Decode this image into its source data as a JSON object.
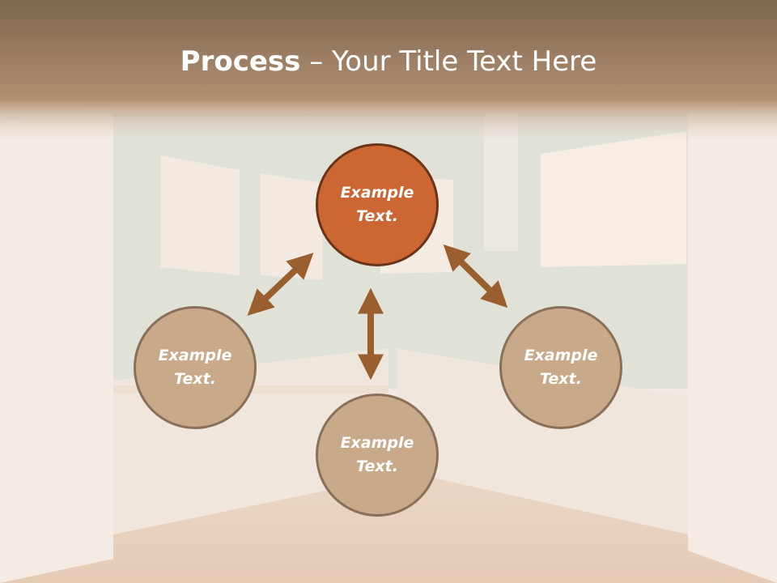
{
  "title": {
    "bold": "Process",
    "dash": " – ",
    "rest": "Your Title Text Here"
  },
  "nodes": {
    "top": {
      "line1": "Example",
      "line2": "Text."
    },
    "left": {
      "line1": "Example",
      "line2": "Text."
    },
    "right": {
      "line1": "Example",
      "line2": "Text."
    },
    "bottom": {
      "line1": "Example",
      "line2": "Text."
    }
  },
  "colors": {
    "header_band": "#a88566",
    "highlight_node": "#cc6633",
    "node": "#c8a98a",
    "arrow": "#9a5f2e"
  }
}
